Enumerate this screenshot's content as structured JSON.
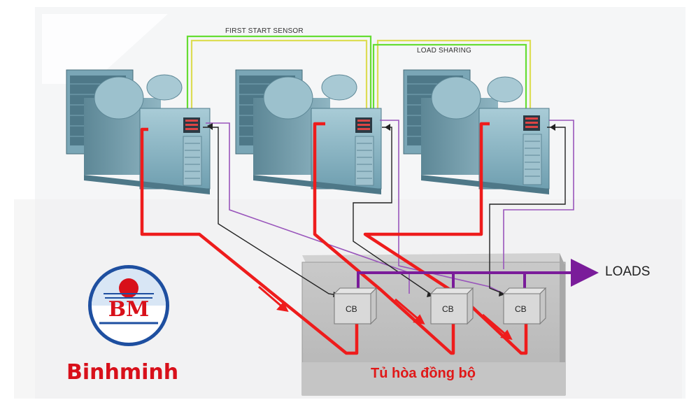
{
  "labels": {
    "first_start_sensor": "FIRST START SENSOR",
    "load_sharing": "LOAD SHARING",
    "loads": "LOADS",
    "panel_title": "Tủ hòa đồng bộ",
    "cb": "CB"
  },
  "brand": {
    "logo_text": "BM",
    "name": "Binhminh",
    "red": "#d8101a",
    "blue": "#1e4fa0"
  },
  "colors": {
    "power_line": "#ee1c1c",
    "sensor_line": "#66dd33",
    "sharing_line": "#dddd55",
    "control_line": "#222222",
    "signal_line": "#9955bb",
    "bus_line": "#7a1c9a",
    "panel": "#bfbfbf",
    "generator": "#88b6c6"
  },
  "components": {
    "generators": [
      "generator-1",
      "generator-2",
      "generator-3"
    ],
    "breakers": [
      "breaker-1",
      "breaker-2",
      "breaker-3"
    ]
  }
}
